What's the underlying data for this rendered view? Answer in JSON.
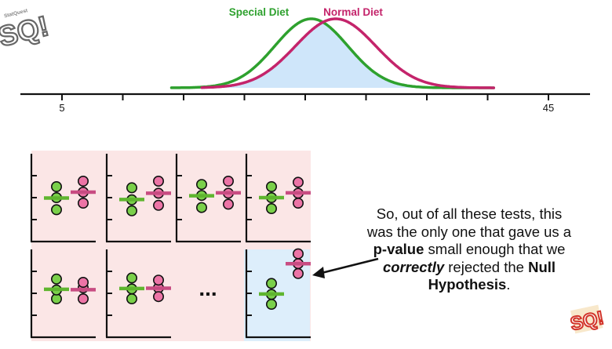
{
  "distribution_chart": {
    "series": [
      {
        "name": "Special Diet",
        "color": "#2ea12e",
        "mean": 25.5,
        "sd": 3.0
      },
      {
        "name": "Normal Diet",
        "color": "#c4246b",
        "mean": 27.5,
        "sd": 3.3
      }
    ],
    "overlap_fill": "#cfe6fa",
    "x_range": [
      5,
      45
    ],
    "tick_labels": [
      "5",
      "45"
    ]
  },
  "experiment_grid": {
    "ellipsis": "...",
    "special_color": "#7ad04a",
    "special_mean_color": "#5fb52f",
    "normal_color": "#ec74a6",
    "normal_mean_color": "#c84c82",
    "tile_bg": "#fbe6e6",
    "highlight_bg": "#ddeefb",
    "samples": [
      {
        "special": [
          1.0,
          0.0,
          -1.1
        ],
        "normal": [
          0.5,
          -0.5,
          1.5
        ]
      },
      {
        "special": [
          -0.2,
          -1.2,
          0.9
        ],
        "normal": [
          1.5,
          0.4,
          -0.7
        ]
      },
      {
        "special": [
          1.2,
          0.2,
          -0.9
        ],
        "normal": [
          1.5,
          0.4,
          -0.6
        ]
      },
      {
        "special": [
          1.0,
          0.0,
          -1.0
        ],
        "normal": [
          0.4,
          -0.5,
          1.4
        ]
      },
      {
        "special": [
          -0.5,
          0.3,
          1.3
        ],
        "normal": [
          0.5,
          -0.5,
          1.0
        ]
      },
      {
        "special": [
          -0.5,
          0.4,
          1.4
        ],
        "normal": [
          0.5,
          -0.3,
          1.2
        ]
      },
      {
        "special": [
          0.9,
          -0.1,
          -1.0
        ],
        "normal": [
          1.8,
          2.7,
          3.6
        ]
      }
    ]
  },
  "caption": {
    "line1": "So, out of all these tests, this",
    "line2": "was the only one that gave us a",
    "line3_bold": "p-value",
    "line3_rest": " small enough that we",
    "line4_italic": "correctly",
    "line4_mid": " rejected the ",
    "line4_bold": "Null",
    "line5_bold": "Hypothesis",
    "line5_end": "."
  },
  "logos": {
    "top_left": {
      "small": "StatQuest",
      "big": "SQ!"
    },
    "bottom_right": {
      "big": "SQ!"
    }
  }
}
